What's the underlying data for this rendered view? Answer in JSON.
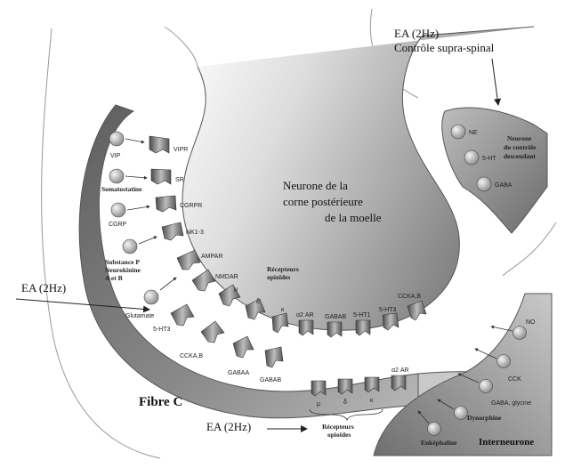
{
  "labels": {
    "ea_top": "EA (2Hz)",
    "supra_spinal": "Contrôle supra-spinal",
    "ea_left": "EA (2Hz)",
    "ea_bottom": "EA (2Hz)",
    "neurone_line1": "Neurone de la",
    "neurone_line2": "corne postérieure",
    "neurone_line3": "de la moelle",
    "fibre_c": "Fibre C",
    "interneurone": "Interneurone",
    "recepteurs_opioides_1": "Récepteurs opioïdes",
    "recepteurs_opioides_2": "Récepteurs opioïdes",
    "neurone_controle": "Neurone du contrôle descendant"
  },
  "fibre_c_vesicles": [
    "VIP",
    "Somatostatine",
    "CGRP",
    "Substance P Neurokinine A et B",
    "Glutamate"
  ],
  "fibre_c_receptors": [
    "VIPR",
    "SR",
    "CGRPR",
    "NK1-3",
    "AMPAR",
    "NMDAR",
    "5-HT3",
    "CCKA,B",
    "GABAA",
    "GABAB"
  ],
  "neuron_receptors": [
    "α2 AR",
    "GABAB",
    "5-HT1",
    "5-HT3",
    "CCKA,B"
  ],
  "opioid_receptors_bottom": [
    "μ",
    "δ",
    "κ",
    "α2 AR"
  ],
  "descending_vesicles": [
    "NE",
    "5-HT",
    "GABA"
  ],
  "interneuron_vesicles": [
    "NO",
    "CCK",
    "GABA, glycine",
    "Dynorphine",
    "Enképhaline"
  ],
  "colors": {
    "ink": "#111111",
    "membrane": "#555555",
    "dark_gray": "#6e6e6e",
    "background": "#ffffff"
  }
}
